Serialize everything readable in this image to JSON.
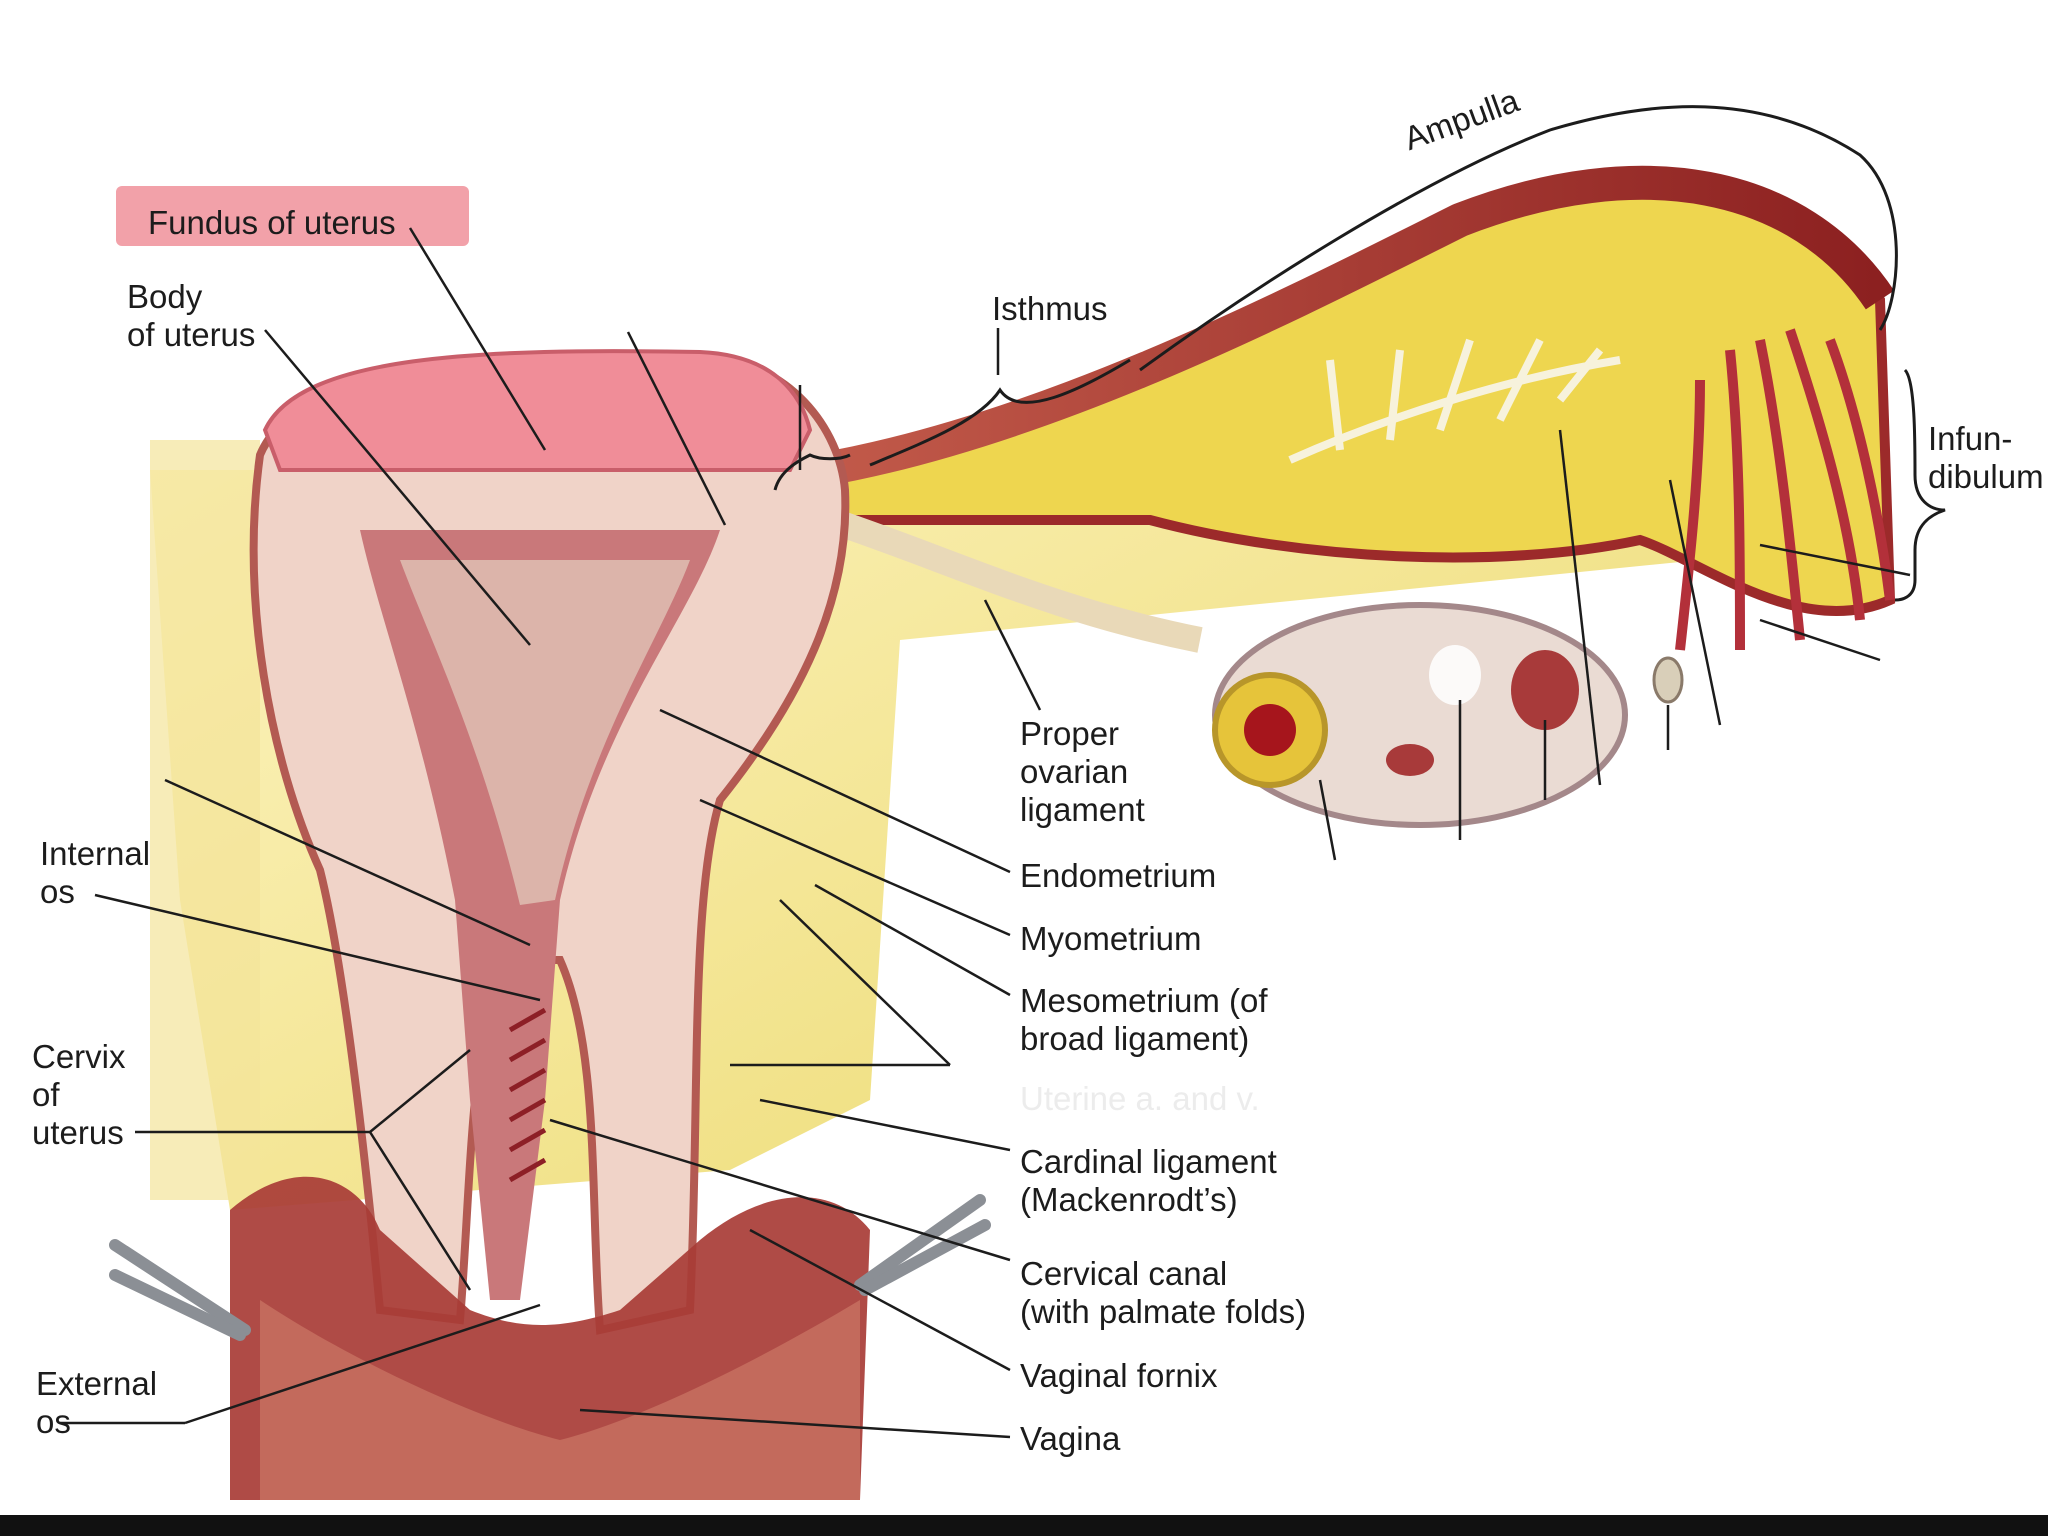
{
  "labels": {
    "fundus": "Fundus of uterus",
    "body": "Body\nof uterus",
    "ampulla": "Ampulla",
    "isthmus": "Isthmus",
    "infundibulum": "Infun-\ndibulum",
    "proper_ovarian": "Proper\novarian\nligament",
    "endometrium": "Endometrium",
    "myometrium": "Myometrium",
    "mesometrium": "Mesometrium (of\nbroad ligament)",
    "uterine": "Uterine a. and v.",
    "cardinal": "Cardinal ligament\n(Mackenrodt’s)",
    "cervical_canal": "Cervical canal\n(with palmate folds)",
    "vaginal_fornix": "Vaginal fornix",
    "vagina": "Vagina",
    "internal_os": "Internal\nos",
    "cervix": "Cervix\nof\nuterus",
    "external_os": "External\nos"
  },
  "colors": {
    "highlight": "#f0909a",
    "muscle": "#b33a3a",
    "tissue": "#f0d3c8",
    "fat": "#e8d55a",
    "leader": "#1c1c1c"
  }
}
